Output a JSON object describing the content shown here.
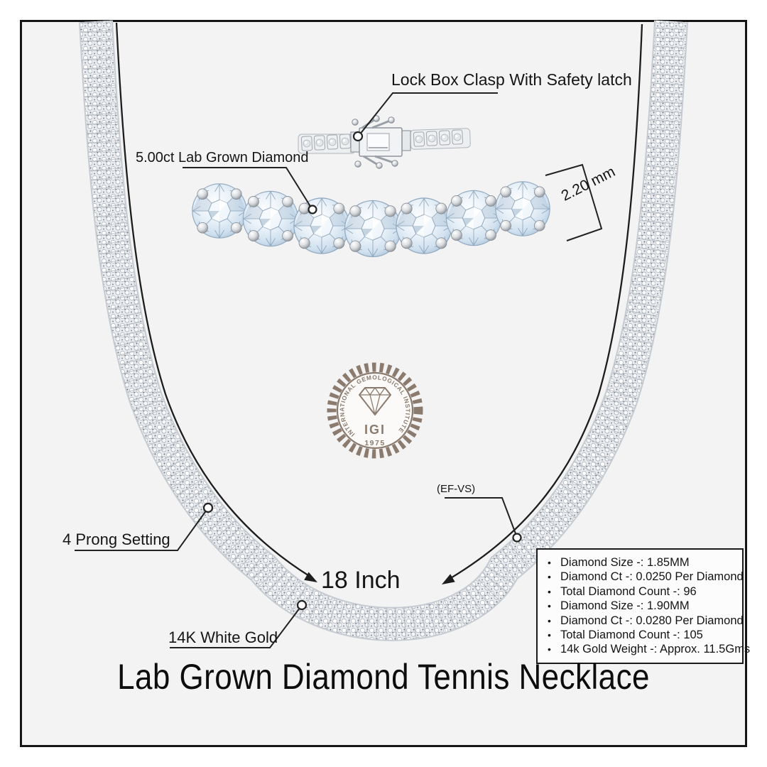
{
  "title": "Lab Grown Diamond Tennis Necklace",
  "annotations": {
    "clasp": "Lock Box Clasp With Safety latch",
    "diamond": "5.00ct Lab Grown Diamond",
    "size": "2.20 mm",
    "clarity": "(EF-VS)",
    "prong": "4 Prong Setting",
    "metal": "14K White Gold",
    "length": "18 Inch"
  },
  "specs": {
    "items": [
      "Diamond Size -: 1.85MM",
      "Diamond Ct -: 0.0250 Per Diamond",
      "Total Diamond Count -: 96",
      "Diamond Size -: 1.90MM",
      "Diamond Ct -: 0.0280 Per Diamond",
      "Total Diamond Count -: 105",
      "14k Gold Weight -:  Approx. 11.5Gms"
    ]
  },
  "seal": {
    "ring_text": "INTERNATIONAL GEMOLOGICAL INSTITUTE",
    "monogram": "IGI",
    "year": "1975"
  },
  "colors": {
    "seal": "#8b7b6e",
    "frame": "#151515",
    "canvas_background": "#f3f3f4",
    "diamond_tint": "#cfe0ef",
    "line": "#222222"
  }
}
